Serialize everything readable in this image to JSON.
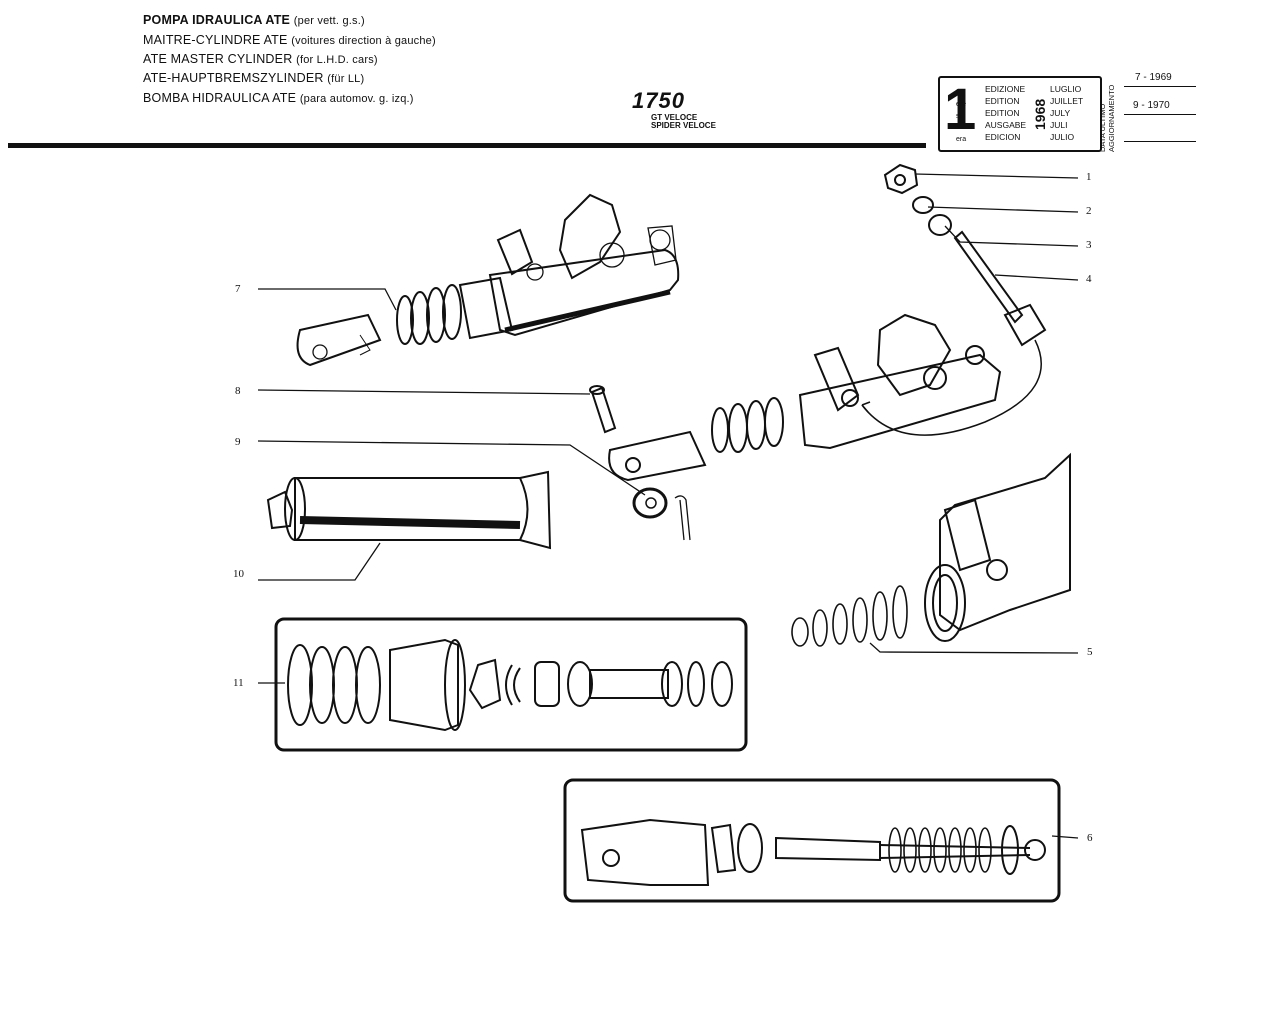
{
  "header": {
    "lines": [
      {
        "main": "POMPA IDRAULICA ATE",
        "note": "(per vett. g.s.)"
      },
      {
        "main": "MAITRE-CYLINDRE ATE",
        "note": "(voitures direction à gauche)"
      },
      {
        "main": "ATE MASTER CYLINDER",
        "note": "(for L.H.D. cars)"
      },
      {
        "main": "ATE-HAUPTBREMSZYLINDER",
        "note": "(für LL)"
      },
      {
        "main": "BOMBA HIDRAULICA ATE",
        "note": "(para automov. g. izq.)"
      }
    ],
    "model": "1750",
    "model_sub": [
      "GT VELOCE",
      "SPIDER VELOCE"
    ]
  },
  "edition": {
    "number": "1",
    "superscripts": [
      "a",
      "ere",
      "st",
      ".",
      "era"
    ],
    "labels": [
      "EDIZIONE",
      "EDITION",
      "EDITION",
      "AUSGABE",
      "EDICION"
    ],
    "months": [
      "LUGLIO",
      "JUILLET",
      "JULY",
      "JULI",
      "JULIO"
    ],
    "year": "1968"
  },
  "updates": {
    "label": "DATA ULTIMO AGGIORNAMENTO",
    "dates": [
      "7 - 1969",
      "9 - 1970"
    ]
  },
  "callouts": [
    "1",
    "2",
    "3",
    "4",
    "5",
    "6",
    "7",
    "8",
    "9",
    "10",
    "11"
  ]
}
